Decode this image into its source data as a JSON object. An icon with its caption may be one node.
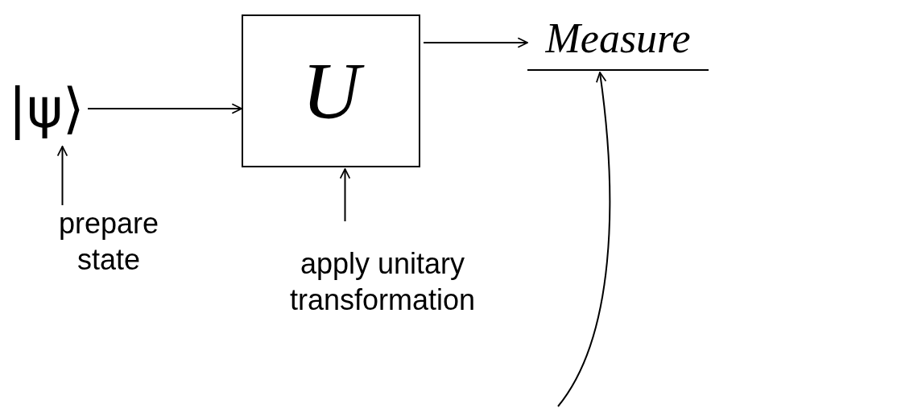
{
  "diagram": {
    "nodes": [
      {
        "text": [
          "|ψ⟩"
        ]
      },
      {
        "text": [
          "U"
        ]
      },
      {
        "text": [
          "Measure"
        ]
      },
      {
        "text": [
          "prepare state"
        ]
      },
      {
        "text": [
          "apply unitary transformation"
        ]
      }
    ],
    "edges": [
      {
        "from": 0,
        "to": 1,
        "arrow": "to"
      },
      {
        "from": 1,
        "to": 2,
        "arrow": "to"
      },
      {
        "from": 3,
        "to": 0,
        "arrow": "to"
      },
      {
        "from": 4,
        "to": 1,
        "arrow": "to"
      },
      {
        "from": null,
        "to": 2,
        "arrow": "to"
      }
    ]
  }
}
